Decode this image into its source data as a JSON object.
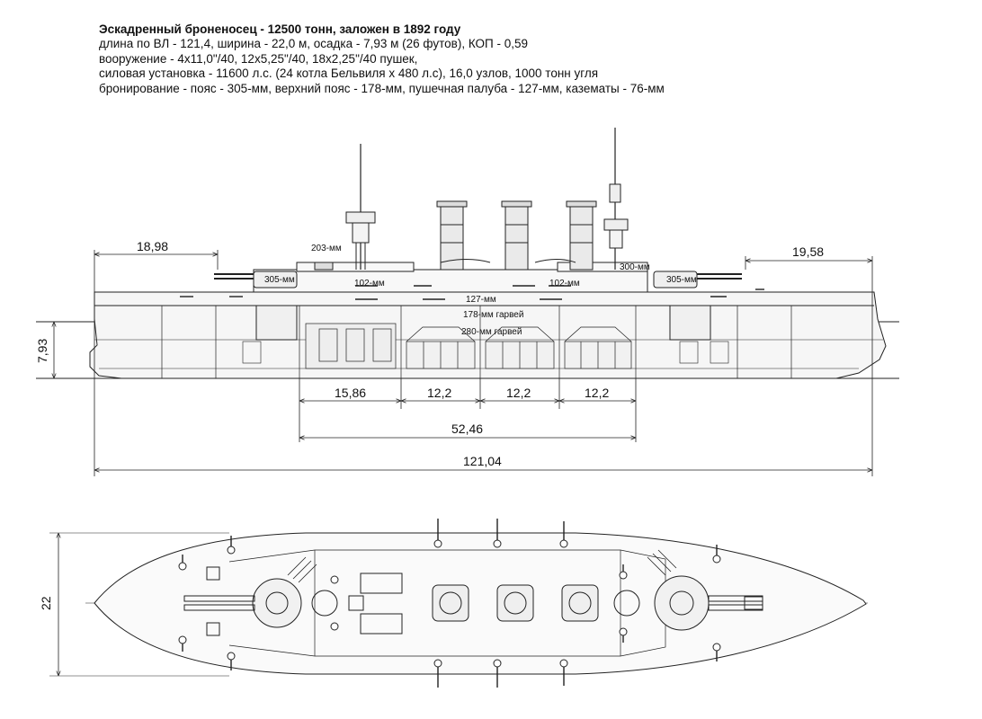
{
  "header": {
    "title": "Эскадренный броненосец - 12500 тонн, заложен в 1892 году",
    "lines": [
      "длина по ВЛ - 121,4, ширина - 22,0 м, осадка - 7,93 м (26 футов), КОП - 0,59",
      "вооружение - 4х11,0\"/40, 12х5,25\"/40, 18х2,25\"/40 пушек,",
      "силовая установка - 11600 л.с. (24 котла Бельвиля х 480 л.с), 16,0 узлов, 1000 тонн угля",
      "бронирование - пояс - 305-мм, верхний пояс - 178-мм, пушечная палуба - 127-мм,  казематы - 76-мм"
    ]
  },
  "side_view": {
    "labels": {
      "armor_203": "203-мм",
      "turret_fwd": "305-мм",
      "turret_aft": "305-мм",
      "gun_102_fwd": "102-мм",
      "gun_102_aft": "102-мм",
      "armor_127": "127-мм",
      "armor_300": "300-мм",
      "belt_178": "178-мм гарвей",
      "belt_280": "280-мм гарвей"
    },
    "dimensions": {
      "bow_overhang": "18,98",
      "stern_overhang": "19,58",
      "draft": "7,93",
      "seg_1": "15,86",
      "seg_2": "12,2",
      "seg_3": "12,2",
      "seg_4": "12,2",
      "citadel": "52,46",
      "total_length": "121,04"
    }
  },
  "plan_view": {
    "dimensions": {
      "beam": "22"
    }
  },
  "colors": {
    "line": "#222222",
    "fill_light": "#f4f4f4",
    "fill_mid": "#e2e2e2"
  }
}
